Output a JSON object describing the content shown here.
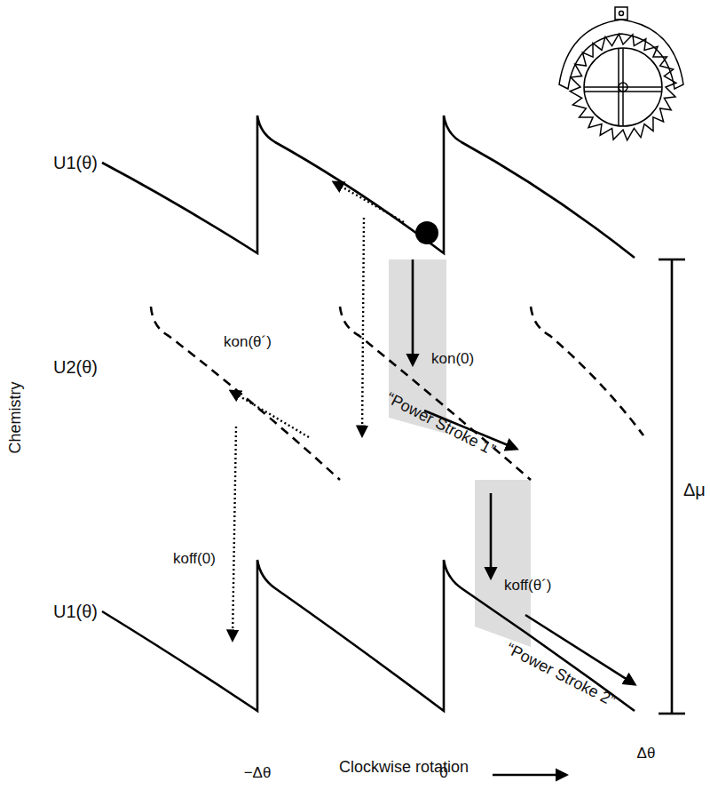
{
  "diagram": {
    "labels": [
      "U1(θ)",
      "Chemistry",
      "U2(θ)",
      "kon(θ´)",
      "kon(0)",
      "“Power Stroke 1”",
      "koff(θ´)",
      "koff(0)",
      "U1(θ)",
      "“Power Stroke 2”",
      "Δμ",
      "−Δθ",
      "0",
      "Δθ",
      "Clockwise rotation"
    ]
  }
}
